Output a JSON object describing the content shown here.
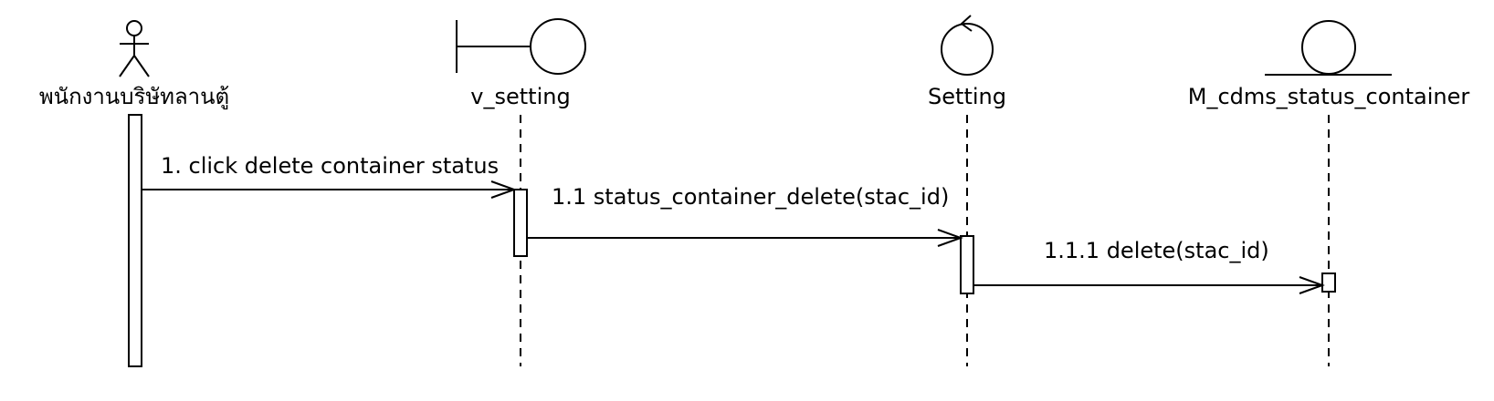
{
  "participants": [
    {
      "id": "actor",
      "kind": "actor",
      "label": "พนักงานบริษัทลานตู้"
    },
    {
      "id": "boundary",
      "kind": "boundary",
      "label": "v_setting"
    },
    {
      "id": "control",
      "kind": "control",
      "label": "Setting"
    },
    {
      "id": "entity",
      "kind": "entity",
      "label": "M_cdms_status_container"
    }
  ],
  "messages": [
    {
      "label": "1. click delete container status",
      "from": "actor",
      "to": "boundary"
    },
    {
      "label": "1.1 status_container_delete(stac_id)",
      "from": "boundary",
      "to": "control"
    },
    {
      "label": "1.1.1 delete(stac_id)",
      "from": "control",
      "to": "entity"
    }
  ]
}
